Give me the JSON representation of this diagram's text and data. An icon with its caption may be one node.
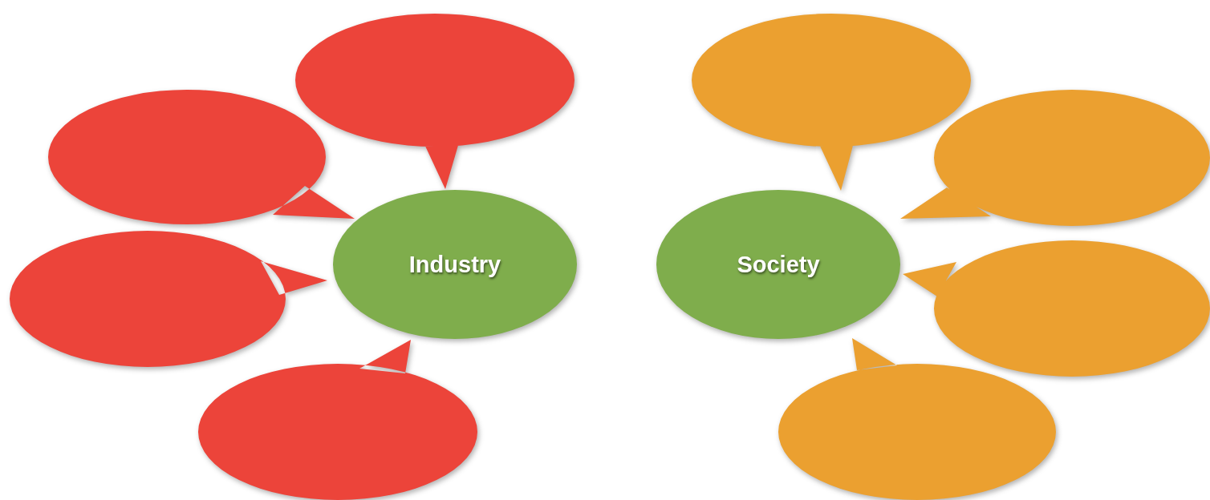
{
  "diagram": {
    "nodes": [
      {
        "text": [],
        "shape": "bubble"
      },
      {
        "text": [],
        "shape": "bubble"
      },
      {
        "text": [],
        "shape": "bubble"
      },
      {
        "text": [],
        "shape": "bubble"
      },
      {
        "text": [
          "Industry"
        ]
      },
      {
        "text": [],
        "shape": "bubble"
      },
      {
        "text": [],
        "shape": "bubble"
      },
      {
        "text": [
          "Society"
        ]
      },
      {
        "text": [],
        "shape": "bubble"
      },
      {
        "text": [],
        "shape": "bubble"
      }
    ]
  }
}
